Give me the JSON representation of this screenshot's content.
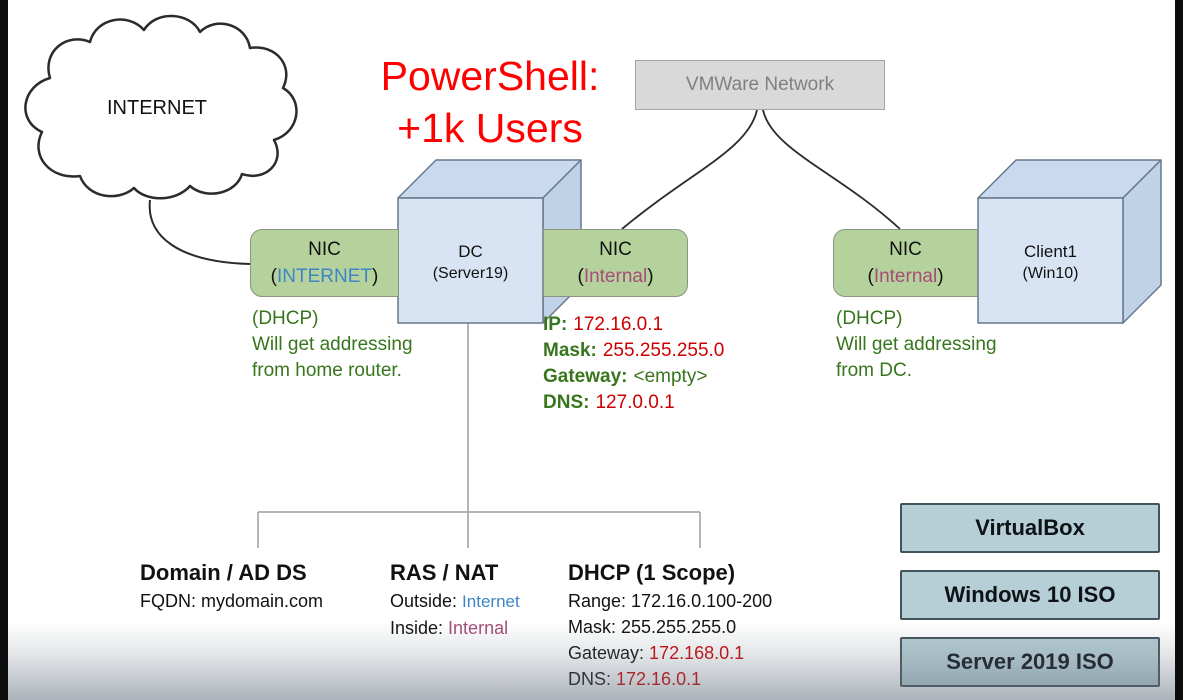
{
  "cloud": {
    "label": "INTERNET"
  },
  "headline": {
    "line1": "PowerShell:",
    "line2": "+1k Users"
  },
  "vmware": {
    "label": "VMWare Network"
  },
  "dc": {
    "name": "DC",
    "sub": "(Server19)"
  },
  "client": {
    "name": "Client1",
    "sub": "(Win10)"
  },
  "nic_internet": {
    "title": "NIC",
    "open": "(",
    "value": "INTERNET",
    "close": ")"
  },
  "nic_dc": {
    "title": "NIC",
    "open": "(",
    "value": "Internal",
    "close": ")"
  },
  "nic_client": {
    "title": "NIC",
    "open": "(",
    "value": "Internal",
    "close": ")"
  },
  "note_left": {
    "lines": [
      "(DHCP)",
      "Will get addressing",
      "from home router."
    ]
  },
  "note_right": {
    "lines": [
      "(DHCP)",
      "Will get addressing",
      "from DC."
    ]
  },
  "dc_ip": {
    "rows": [
      {
        "label": "IP:",
        "value": "172.16.0.1"
      },
      {
        "label": "Mask:",
        "value": "255.255.255.0"
      },
      {
        "label": "Gateway:",
        "value": "<empty>"
      },
      {
        "label": "DNS:",
        "value": "127.0.0.1"
      }
    ]
  },
  "services": {
    "domain": {
      "title": "Domain / AD DS",
      "detail": "FQDN: mydomain.com"
    },
    "ras": {
      "title": "RAS / NAT",
      "rows": [
        {
          "label": "Outside:",
          "value": "Internet"
        },
        {
          "label": "Inside:",
          "value": "Internal"
        }
      ]
    },
    "dhcp": {
      "title": "DHCP (1 Scope)",
      "rows": [
        {
          "label": "Range:",
          "value": "172.16.0.100-200"
        },
        {
          "label": "Mask:",
          "value": "255.255.255.0"
        },
        {
          "label": "Gateway:",
          "value": "172.168.0.1"
        },
        {
          "label": "DNS:",
          "value": "172.16.0.1"
        }
      ]
    }
  },
  "legend": {
    "items": [
      "VirtualBox",
      "Windows 10 ISO",
      "Server 2019 ISO"
    ]
  },
  "colors": {
    "headline_red": "#ff0000",
    "value_red": "#cc0000",
    "green": "#38761d",
    "blue": "#3d85c6",
    "plum": "#a64d79",
    "nic_fill": "#b5d19c",
    "cube_front": "#d8e4f4",
    "cube_side": "#c0d2e8",
    "cube_top": "#cadaee",
    "vmware_fill": "#d9d9d9",
    "vmware_text": "#808080",
    "legend_fill": "#b6ced6",
    "connector_gray": "#9e9e9e"
  }
}
